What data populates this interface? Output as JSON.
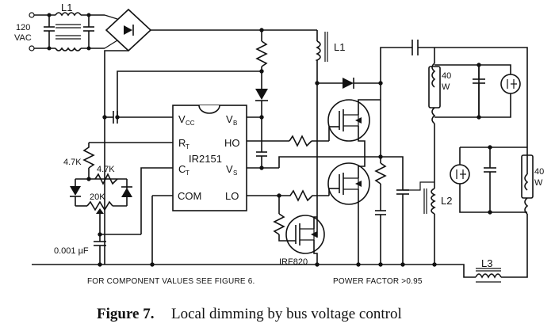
{
  "figure": {
    "number": "Figure 7.",
    "caption": "Local dimming by bus voltage control"
  },
  "labels": {
    "input_voltage_line1": "120",
    "input_voltage_line2": "VAC",
    "inductor_l1_input": "L1",
    "inductor_l1_bus": "L1",
    "inductor_l2": "L2",
    "inductor_l3": "L3",
    "ic_name": "IR2151",
    "pin_vcc_main": "V",
    "pin_vcc_sub": "CC",
    "pin_vb_main": "V",
    "pin_vb_sub": "B",
    "pin_rt_main": "R",
    "pin_rt_sub": "T",
    "pin_ho": "HO",
    "pin_ct_main": "C",
    "pin_ct_sub": "T",
    "pin_vs_main": "V",
    "pin_vs_sub": "S",
    "pin_com": "COM",
    "pin_lo": "LO",
    "res_4k7_a": "4.7K",
    "res_4k7_b": "4.7K",
    "pot_20k": "20K",
    "cap_001uf": "0.001 µF",
    "mosfet_irf820": "IRF820",
    "lamp_top_line1": "40",
    "lamp_top_line2": "W",
    "lamp_right_line1": "40",
    "lamp_right_line2": "W"
  },
  "notes": {
    "component_values": "FOR COMPONENT VALUES SEE FIGURE 6.",
    "power_factor": "POWER FACTOR >0.95"
  }
}
